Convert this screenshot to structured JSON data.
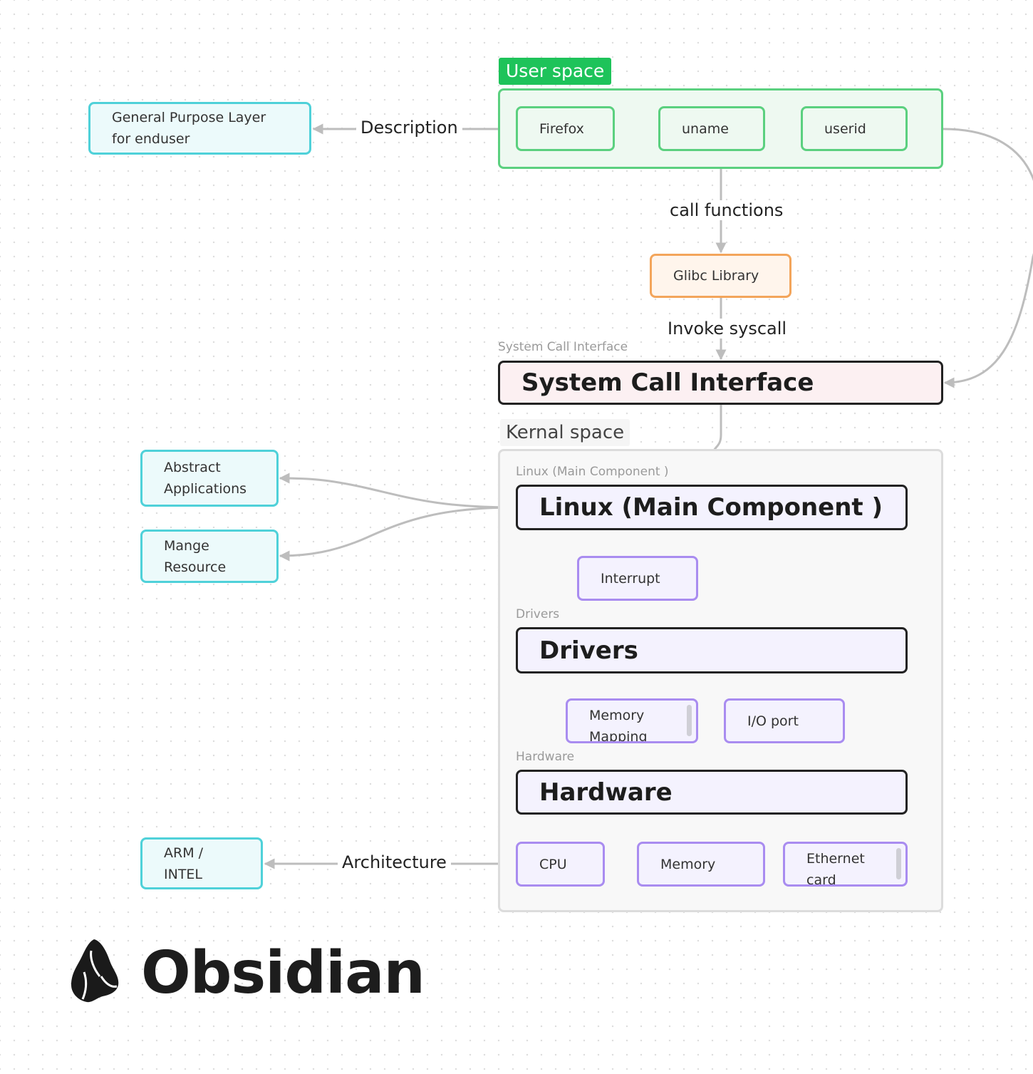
{
  "user_space": {
    "label": "User space",
    "nodes": [
      "Firefox",
      "uname",
      "userid"
    ]
  },
  "description_edge": "Description",
  "general_purpose": "General Purpose Layer for enduser",
  "call_functions_edge": "call functions",
  "glibc": "Glibc Library",
  "invoke_syscall_edge": "Invoke syscall",
  "sci": {
    "group_label": "System Call Interface",
    "title": "System Call Interface"
  },
  "kernel_space": {
    "label": "Kernal space",
    "linux_label": "Linux (Main Component )",
    "linux_title": "Linux (Main Component )",
    "interrupt": "Interrupt",
    "drivers_label": "Drivers",
    "drivers_title": "Drivers",
    "memory_mapping": "Memory Mapping",
    "io_port": "I/O port",
    "hardware_label": "Hardware",
    "hardware_title": "Hardware",
    "hw_nodes": [
      "CPU",
      "Memory",
      "Ethernet card"
    ]
  },
  "abstract_apps": "Abstract Applications",
  "manage_resource": "Mange Resource",
  "architecture_edge": "Architecture",
  "arm_intel": "ARM / INTEL",
  "brand": "Obsidian",
  "colors": {
    "cyan": "#4fd1d9",
    "green": "#5bd07f",
    "user_space_badge": "#1ec35a",
    "orange": "#f3a55b",
    "purple": "#a98cf0",
    "red": "#ea6b7c",
    "edge": "#bdbdbd"
  }
}
